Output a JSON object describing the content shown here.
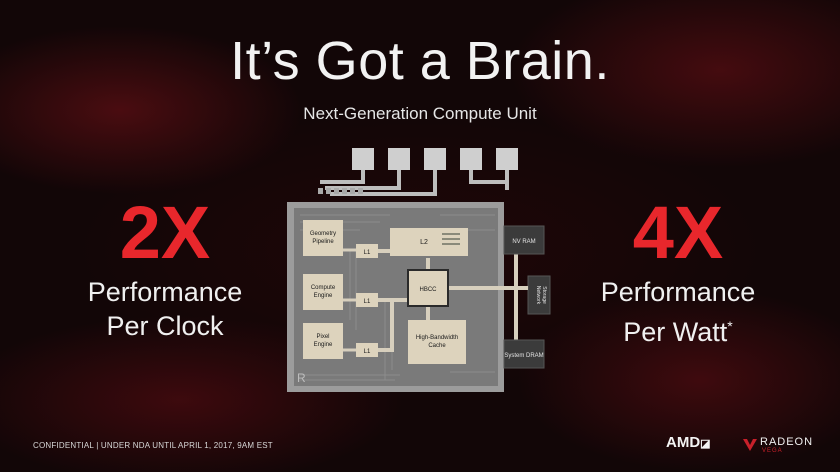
{
  "slide": {
    "title": "It’s Got a Brain.",
    "subtitle": "Next-Generation Compute Unit"
  },
  "left_stat": {
    "value": "2X",
    "line1": "Performance",
    "line2": "Per Clock"
  },
  "right_stat": {
    "value": "4X",
    "line1": "Performance",
    "line2": "Per Watt",
    "footnote_mark": "*"
  },
  "diagram": {
    "blocks": {
      "geometry_pipeline": "Geometry Pipeline",
      "compute_engine": "Compute Engine",
      "pixel_engine": "Pixel Engine",
      "l1": "L1",
      "l2": "L2",
      "hbcc": "HBCC",
      "high_bandwidth_cache": "High-Bandwidth Cache",
      "nv_ram": "NV RAM",
      "network_storage": "Network Storage",
      "system_dram": "System DRAM"
    }
  },
  "footer": {
    "confidential": "CONFIDENTIAL | UNDER NDA UNTIL APRIL 1, 2017, 9AM EST"
  },
  "branding": {
    "amd": "AMD",
    "radeon": "RADEON",
    "radeon_sub": "VEGA"
  },
  "colors": {
    "accent_red": "#e8272c",
    "background": "#120607",
    "chip_light": "#d9d2c2",
    "chip_dark": "#3a3a3a"
  }
}
